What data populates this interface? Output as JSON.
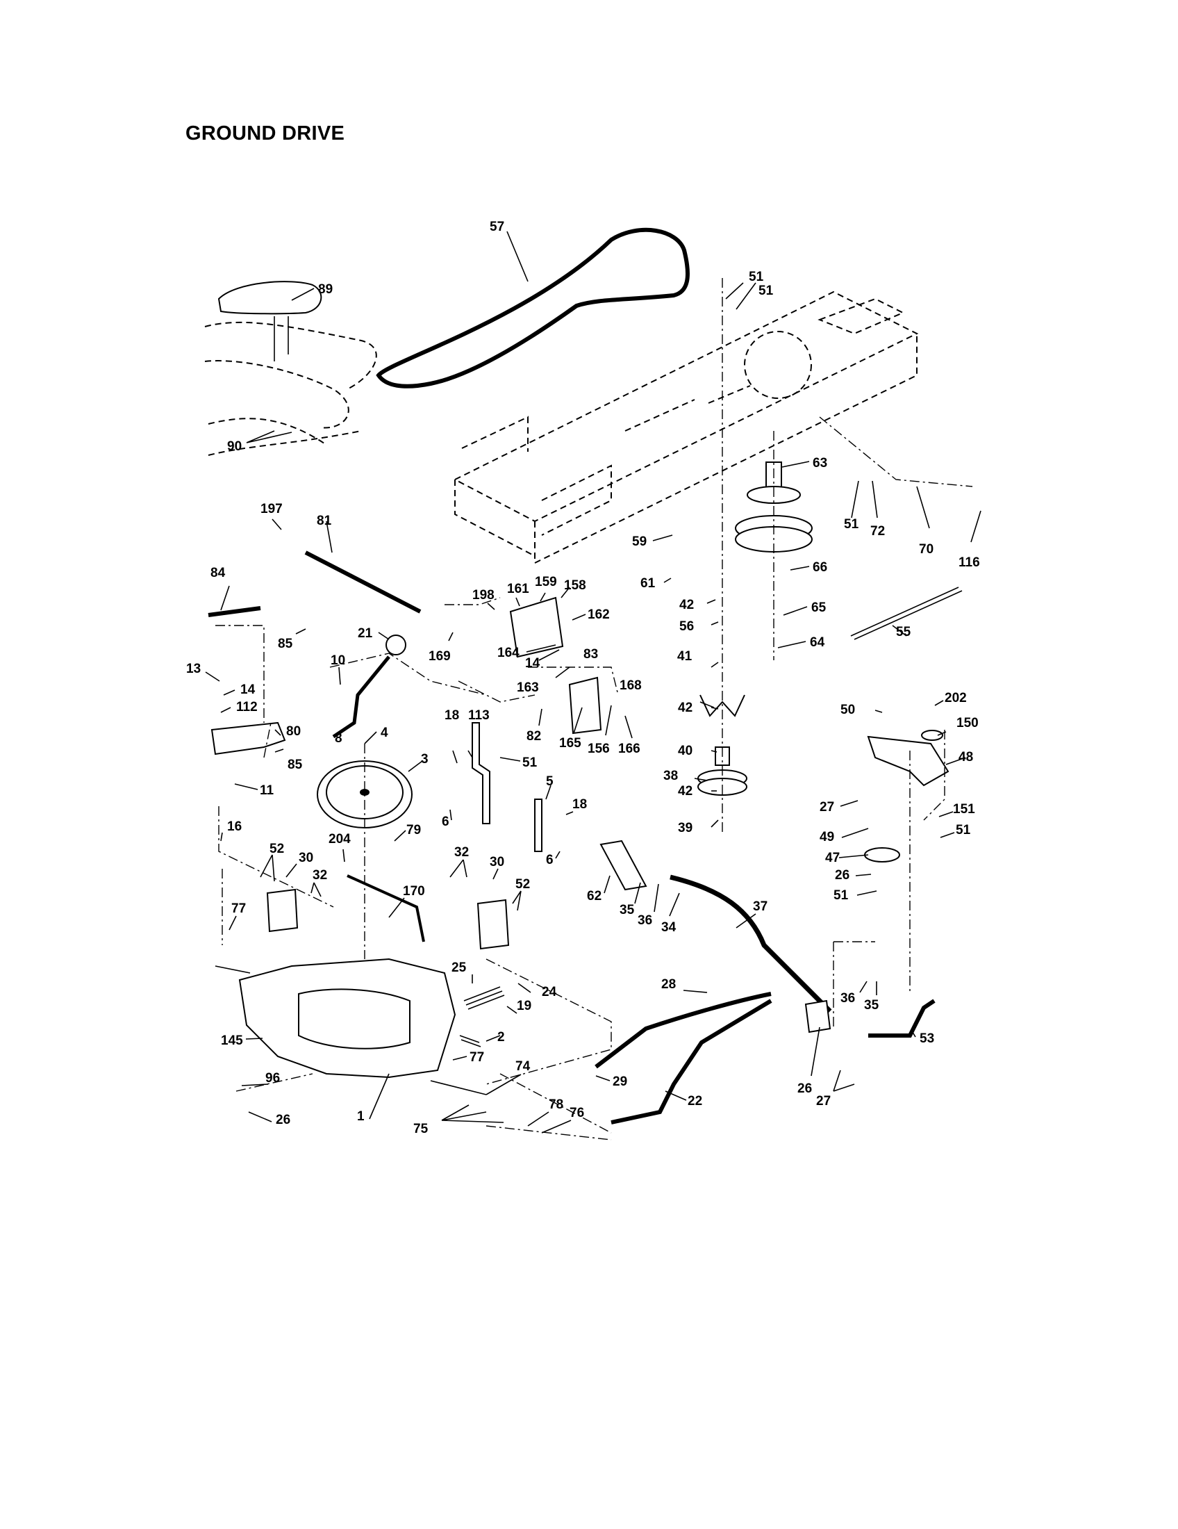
{
  "page": {
    "title": "GROUND DRIVE"
  },
  "callouts": [
    {
      "label": "57"
    },
    {
      "label": "51"
    },
    {
      "label": "51"
    },
    {
      "label": "89"
    },
    {
      "label": "90"
    },
    {
      "label": "63"
    },
    {
      "label": "51"
    },
    {
      "label": "72"
    },
    {
      "label": "70"
    },
    {
      "label": "116"
    },
    {
      "label": "197"
    },
    {
      "label": "81"
    },
    {
      "label": "59"
    },
    {
      "label": "61"
    },
    {
      "label": "66"
    },
    {
      "label": "84"
    },
    {
      "label": "198"
    },
    {
      "label": "161"
    },
    {
      "label": "159"
    },
    {
      "label": "158"
    },
    {
      "label": "162"
    },
    {
      "label": "42"
    },
    {
      "label": "56"
    },
    {
      "label": "65"
    },
    {
      "label": "64"
    },
    {
      "label": "55"
    },
    {
      "label": "85"
    },
    {
      "label": "21"
    },
    {
      "label": "169"
    },
    {
      "label": "164"
    },
    {
      "label": "14"
    },
    {
      "label": "83"
    },
    {
      "label": "163"
    },
    {
      "label": "13"
    },
    {
      "label": "10"
    },
    {
      "label": "14"
    },
    {
      "label": "112"
    },
    {
      "label": "8"
    },
    {
      "label": "80"
    },
    {
      "label": "168"
    },
    {
      "label": "41"
    },
    {
      "label": "42"
    },
    {
      "label": "40"
    },
    {
      "label": "38"
    },
    {
      "label": "42"
    },
    {
      "label": "39"
    },
    {
      "label": "82"
    },
    {
      "label": "165"
    },
    {
      "label": "156"
    },
    {
      "label": "166"
    },
    {
      "label": "18"
    },
    {
      "label": "113"
    },
    {
      "label": "4"
    },
    {
      "label": "85"
    },
    {
      "label": "51"
    },
    {
      "label": "50"
    },
    {
      "label": "202"
    },
    {
      "label": "150"
    },
    {
      "label": "48"
    },
    {
      "label": "3"
    },
    {
      "label": "11"
    },
    {
      "label": "5"
    },
    {
      "label": "6"
    },
    {
      "label": "18"
    },
    {
      "label": "27"
    },
    {
      "label": "151"
    },
    {
      "label": "51"
    },
    {
      "label": "49"
    },
    {
      "label": "47"
    },
    {
      "label": "26"
    },
    {
      "label": "51"
    },
    {
      "label": "16"
    },
    {
      "label": "79"
    },
    {
      "label": "204"
    },
    {
      "label": "52"
    },
    {
      "label": "30"
    },
    {
      "label": "32"
    },
    {
      "label": "6"
    },
    {
      "label": "62"
    },
    {
      "label": "35"
    },
    {
      "label": "36"
    },
    {
      "label": "34"
    },
    {
      "label": "37"
    },
    {
      "label": "32"
    },
    {
      "label": "30"
    },
    {
      "label": "52"
    },
    {
      "label": "77"
    },
    {
      "label": "170"
    },
    {
      "label": "25"
    },
    {
      "label": "24"
    },
    {
      "label": "19"
    },
    {
      "label": "28"
    },
    {
      "label": "36"
    },
    {
      "label": "35"
    },
    {
      "label": "53"
    },
    {
      "label": "2"
    },
    {
      "label": "145"
    },
    {
      "label": "77"
    },
    {
      "label": "74"
    },
    {
      "label": "29"
    },
    {
      "label": "22"
    },
    {
      "label": "96"
    },
    {
      "label": "78"
    },
    {
      "label": "76"
    },
    {
      "label": "1"
    },
    {
      "label": "26"
    },
    {
      "label": "75"
    },
    {
      "label": "26"
    },
    {
      "label": "27"
    }
  ]
}
